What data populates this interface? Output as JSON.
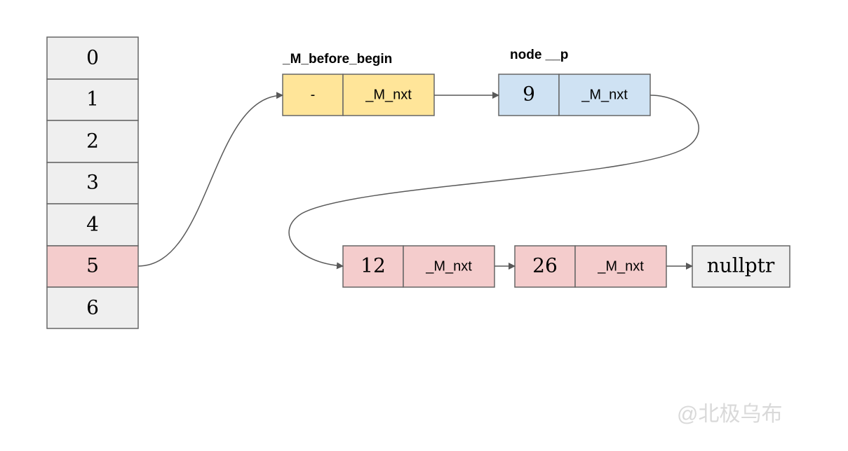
{
  "bucket_array": {
    "cells": [
      "0",
      "1",
      "2",
      "3",
      "4",
      "5",
      "6"
    ],
    "highlighted_index": 5
  },
  "labels": {
    "before_begin": "_M_before_begin",
    "node_p": "node __p"
  },
  "nodes": {
    "before_begin": {
      "value": "-",
      "next": "_M_nxt"
    },
    "node_9": {
      "value": "9",
      "next": "_M_nxt"
    },
    "node_12": {
      "value": "12",
      "next": "_M_nxt"
    },
    "node_26": {
      "value": "26",
      "next": "_M_nxt"
    }
  },
  "terminal": "nullptr",
  "watermark": "@北极乌布",
  "colors": {
    "bucket_fill": "#efefef",
    "highlight_fill": "#f4cccc",
    "before_begin_fill": "#ffe599",
    "node_p_fill": "#cfe2f3",
    "node_fill": "#f4cccc",
    "terminal_fill": "#efefef",
    "stroke": "#666666",
    "arrow": "#595959",
    "watermark": "#d9d9d9"
  }
}
